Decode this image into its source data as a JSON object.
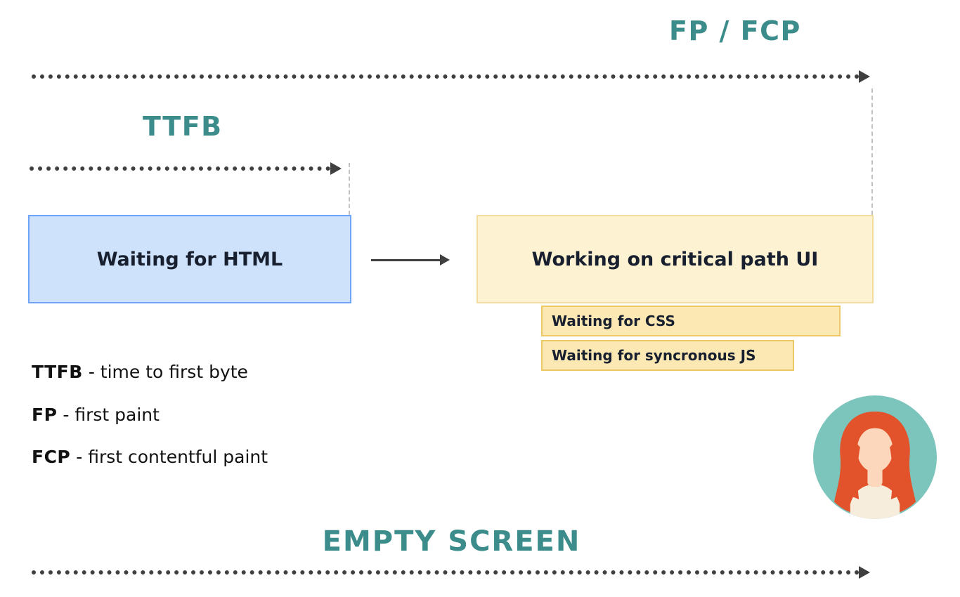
{
  "labels": {
    "fp_fcp": "FP / FCP",
    "ttfb": "TTFB",
    "empty_screen": "EMPTY SCREEN"
  },
  "boxes": {
    "waiting_html": "Waiting for HTML",
    "critical_path_ui": "Working on critical path UI",
    "waiting_css": "Waiting for CSS",
    "waiting_js": "Waiting for syncronous JS"
  },
  "legend": [
    {
      "term": "TTFB",
      "desc": "- time to first byte"
    },
    {
      "term": "FP",
      "desc": "- first paint"
    },
    {
      "term": "FCP",
      "desc": "- first contentful paint"
    }
  ],
  "icons": {
    "avatar": "woman-avatar-icon"
  },
  "colors": {
    "teal": "#3B8C8A",
    "line": "#3F3F3F",
    "dash": "#C2C2C2",
    "blue-fill": "#CFE2FB",
    "blue-border": "#6FA3F7",
    "yellow-fill": "#FDF2D2",
    "yellow-border": "#F3DCA0",
    "sub-fill": "#FBE8B3",
    "sub-border": "#EDC867",
    "text-dark": "#18202F",
    "avatar-bg": "#7CC5BD",
    "avatar-hair": "#E2522B",
    "avatar-skin": "#FCD7BB",
    "avatar-shirt": "#F6EDDC"
  }
}
